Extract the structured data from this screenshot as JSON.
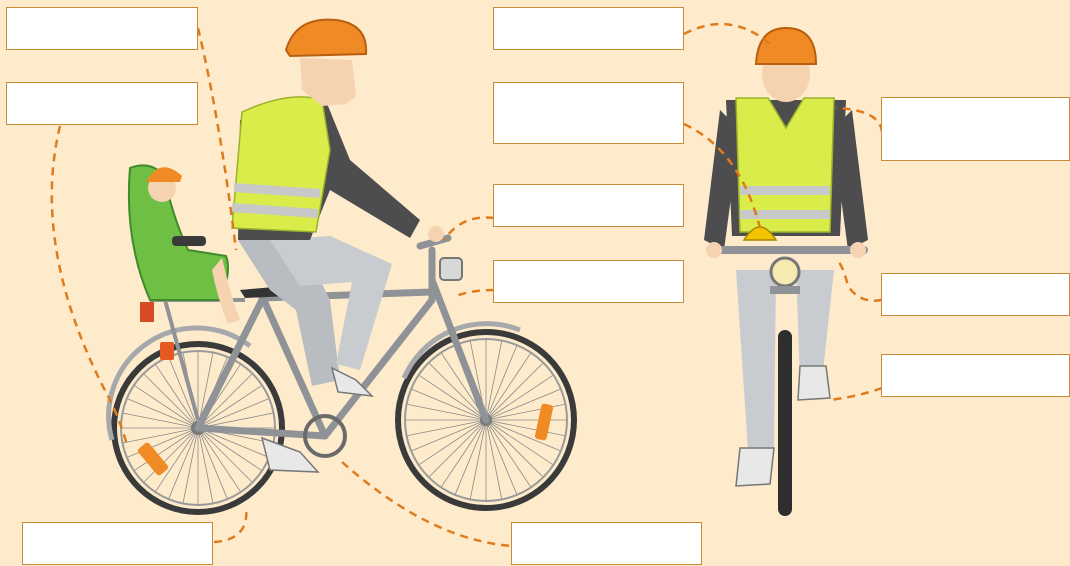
{
  "colors": {
    "background": "#fdebcb",
    "leader_line": "#e07b1c",
    "helmet": "#f08a24",
    "vest": "#d9ec4a",
    "vest_stripe": "#c8c8c8",
    "jacket": "#4d4d4f",
    "trousers": "#b9bcc0",
    "frame": "#8f9296",
    "seat": "#6fbf45",
    "reflector": "#f08a24",
    "box_fill": "#ffffff",
    "box_border": "#c98a3a"
  },
  "labels": [
    {
      "id": "box-1",
      "value": ""
    },
    {
      "id": "box-2",
      "value": ""
    },
    {
      "id": "box-3",
      "value": ""
    },
    {
      "id": "box-4",
      "value": ""
    },
    {
      "id": "box-5",
      "value": ""
    },
    {
      "id": "box-6",
      "value": ""
    },
    {
      "id": "box-7",
      "value": ""
    },
    {
      "id": "box-8",
      "value": ""
    },
    {
      "id": "box-9",
      "value": ""
    },
    {
      "id": "box-10",
      "value": ""
    },
    {
      "id": "box-11",
      "value": ""
    }
  ],
  "icons": [
    "cyclist-side-view",
    "child-in-bike-seat",
    "cyclist-front-view",
    "bicycle-headlight",
    "bicycle-bell",
    "wheel-reflector"
  ]
}
